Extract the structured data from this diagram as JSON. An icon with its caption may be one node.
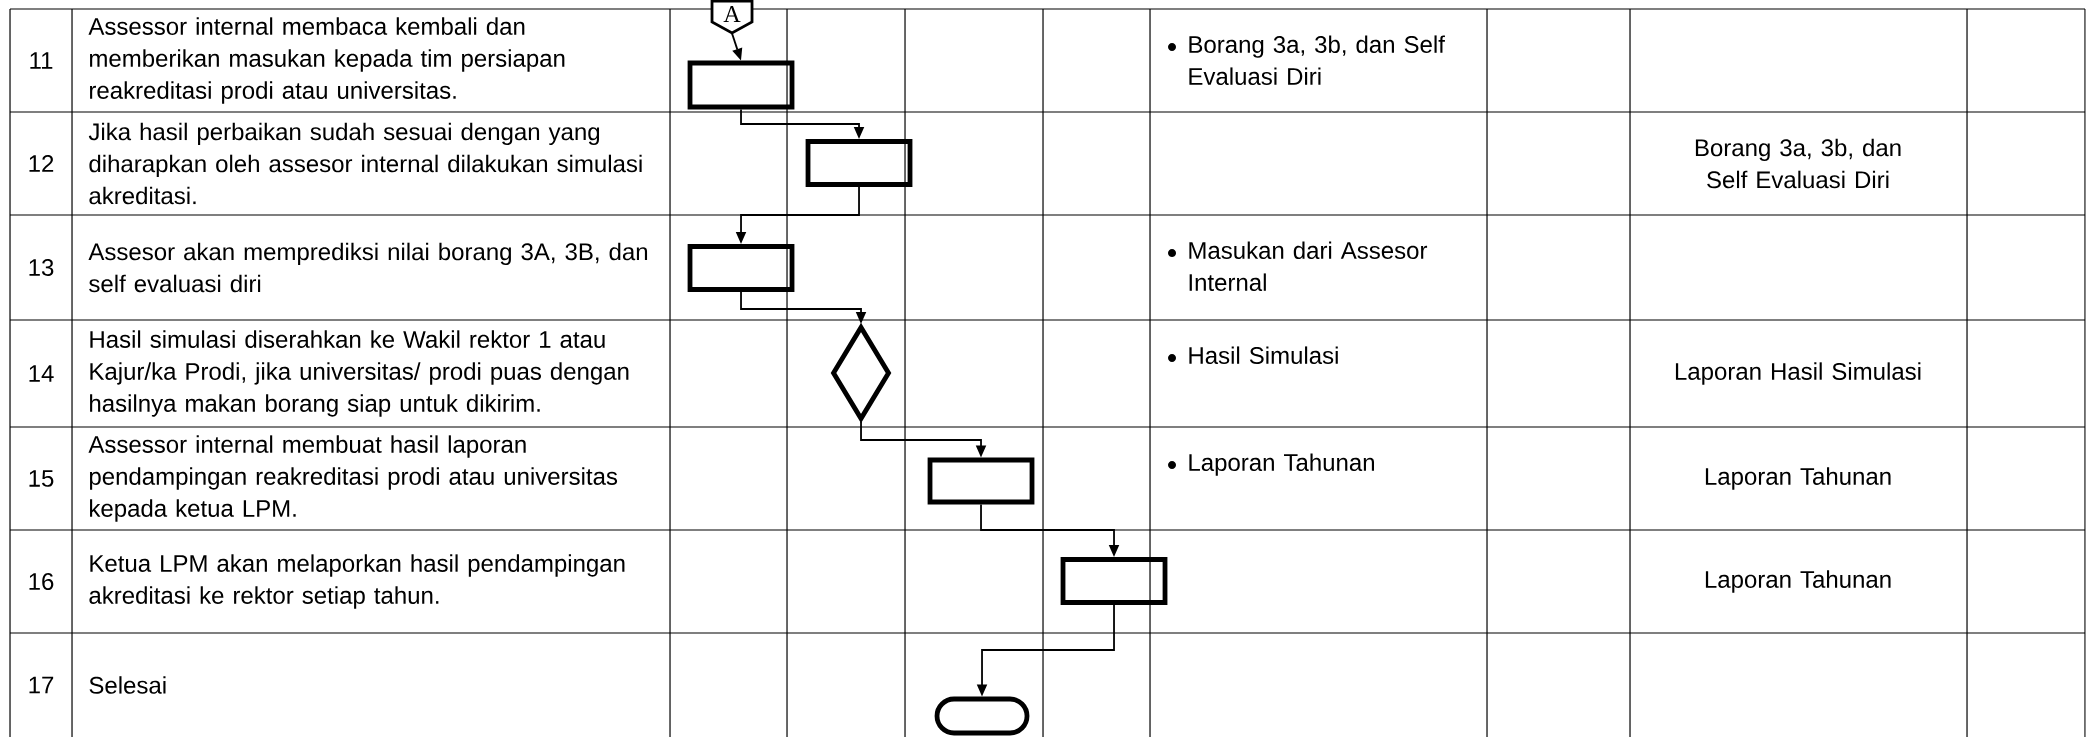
{
  "diagram": {
    "nodes": [
      {
        "text": [
          "A"
        ]
      },
      {
        "text": [],
        "shape": "box"
      },
      {
        "text": [],
        "shape": "box"
      },
      {
        "text": [],
        "shape": "box"
      },
      {
        "text": [],
        "shape": "diamond"
      },
      {
        "text": [],
        "shape": "box"
      },
      {
        "text": [],
        "shape": "box"
      },
      {
        "text": [],
        "shape": "terminator"
      }
    ],
    "edges": [
      {
        "from": 0,
        "to": 1,
        "arrow": "to"
      },
      {
        "from": 1,
        "to": 2,
        "arrow": "to"
      },
      {
        "from": 2,
        "to": 3,
        "arrow": "to"
      },
      {
        "from": 3,
        "to": 4,
        "arrow": "to"
      },
      {
        "from": 4,
        "to": 5,
        "arrow": "to"
      },
      {
        "from": 5,
        "to": 6,
        "arrow": "to"
      },
      {
        "from": 6,
        "to": 7,
        "arrow": "to"
      }
    ],
    "labels": [
      "11",
      "Assessor internal membaca kembali dan memberikan masukan kepada tim persiapan reakreditasi prodi atau universitas.",
      "Borang 3a, 3b, dan Self Evaluasi Diri",
      "12",
      "Jika hasil perbaikan sudah sesuai dengan yang diharapkan oleh assesor internal dilakukan simulasi akreditasi.",
      "Borang 3a, 3b, dan Self Evaluasi Diri",
      "13",
      "Assesor akan memprediksi nilai borang 3A, 3B, dan self evaluasi diri",
      "Masukan dari Assesor Internal",
      "14",
      "Hasil simulasi diserahkan ke Wakil rektor 1 atau Kajur/ka Prodi, jika universitas/ prodi puas dengan hasilnya makan borang siap untuk dikirim.",
      "Hasil Simulasi",
      "Laporan Hasil Simulasi",
      "15",
      "Assessor internal membuat hasil laporan pendampingan reakreditasi prodi atau universitas kepada ketua LPM.",
      "Laporan Tahunan",
      "Laporan Tahunan",
      "16",
      "Ketua LPM akan melaporkan hasil pendampingan akreditasi ke rektor setiap tahun.",
      "Laporan Tahunan",
      "17",
      "Selesai"
    ]
  }
}
